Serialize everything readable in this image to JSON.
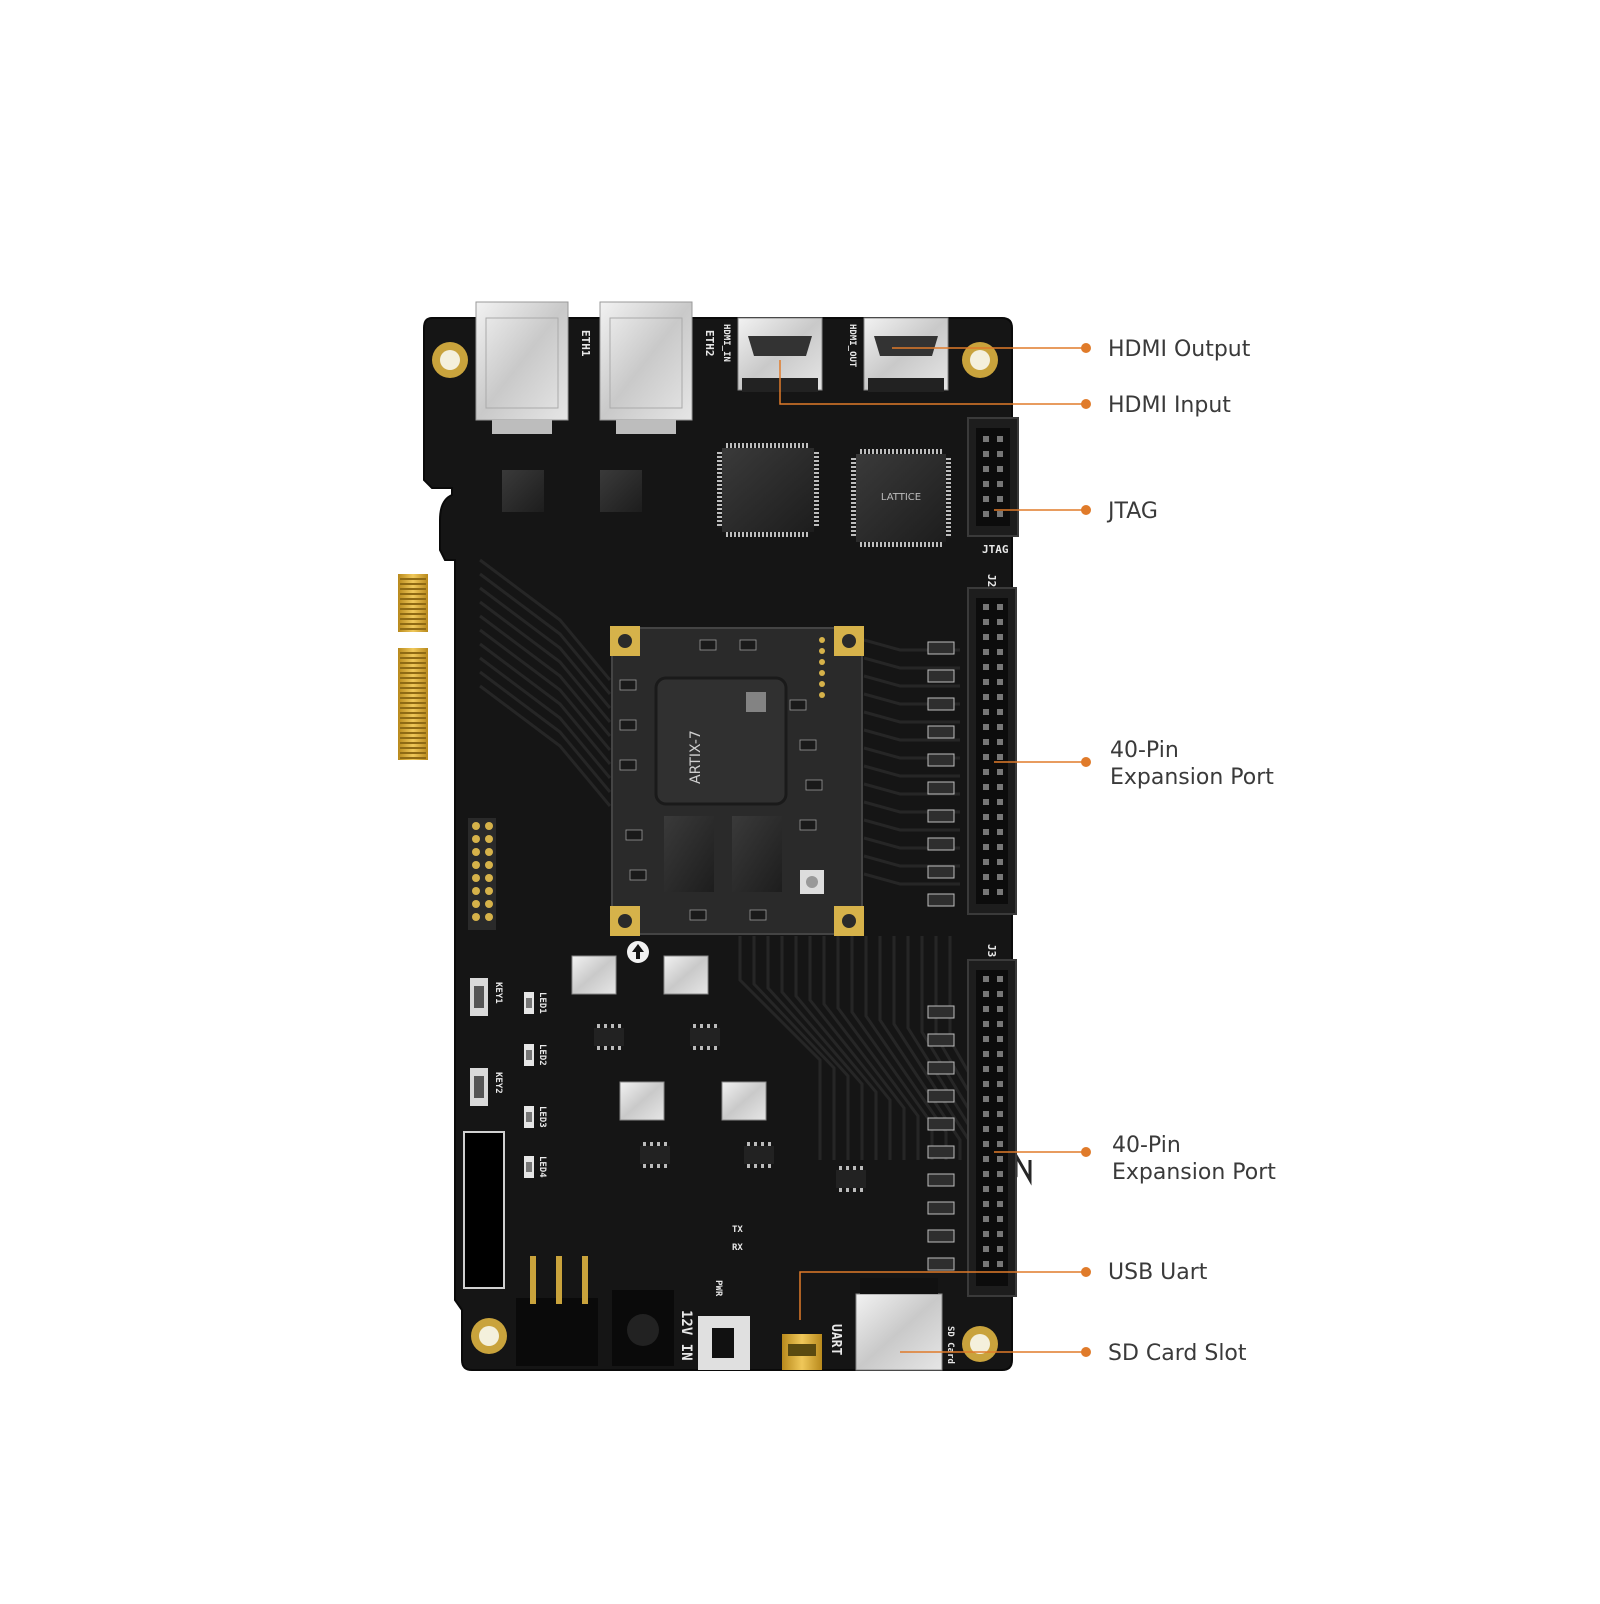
{
  "accent_color": "#e07b2a",
  "board_color": "#151515",
  "callouts": [
    {
      "id": "hdmi-output",
      "lines": [
        "HDMI Output"
      ]
    },
    {
      "id": "hdmi-input",
      "lines": [
        "HDMI Input"
      ]
    },
    {
      "id": "jtag",
      "lines": [
        "JTAG"
      ]
    },
    {
      "id": "expansion-port-1",
      "lines": [
        "40-Pin",
        "Expansion Port"
      ]
    },
    {
      "id": "expansion-port-2",
      "lines": [
        "40-Pin",
        "Expansion Port"
      ]
    },
    {
      "id": "usb-uart",
      "lines": [
        "USB Uart"
      ]
    },
    {
      "id": "sd-card-slot",
      "lines": [
        "SD Card Slot"
      ]
    }
  ],
  "silkscreen": {
    "fpga_brand": "ARTIX-7",
    "cpld_brand": "LATTICE",
    "eth1": "ETH1",
    "eth2": "ETH2",
    "hdmi_in": "HDMI_IN",
    "hdmi_out": "HDMI_OUT",
    "jtag": "JTAG",
    "power": "12V IN",
    "uart": "UART",
    "sd": "SD Card",
    "key1": "KEY1",
    "key2": "KEY2",
    "led1": "LED1",
    "led2": "LED2",
    "led3": "LED3",
    "led4": "LED4",
    "pwr": "PWR",
    "tx": "TX",
    "rx": "RX",
    "j2": "J2",
    "j3": "J3"
  }
}
